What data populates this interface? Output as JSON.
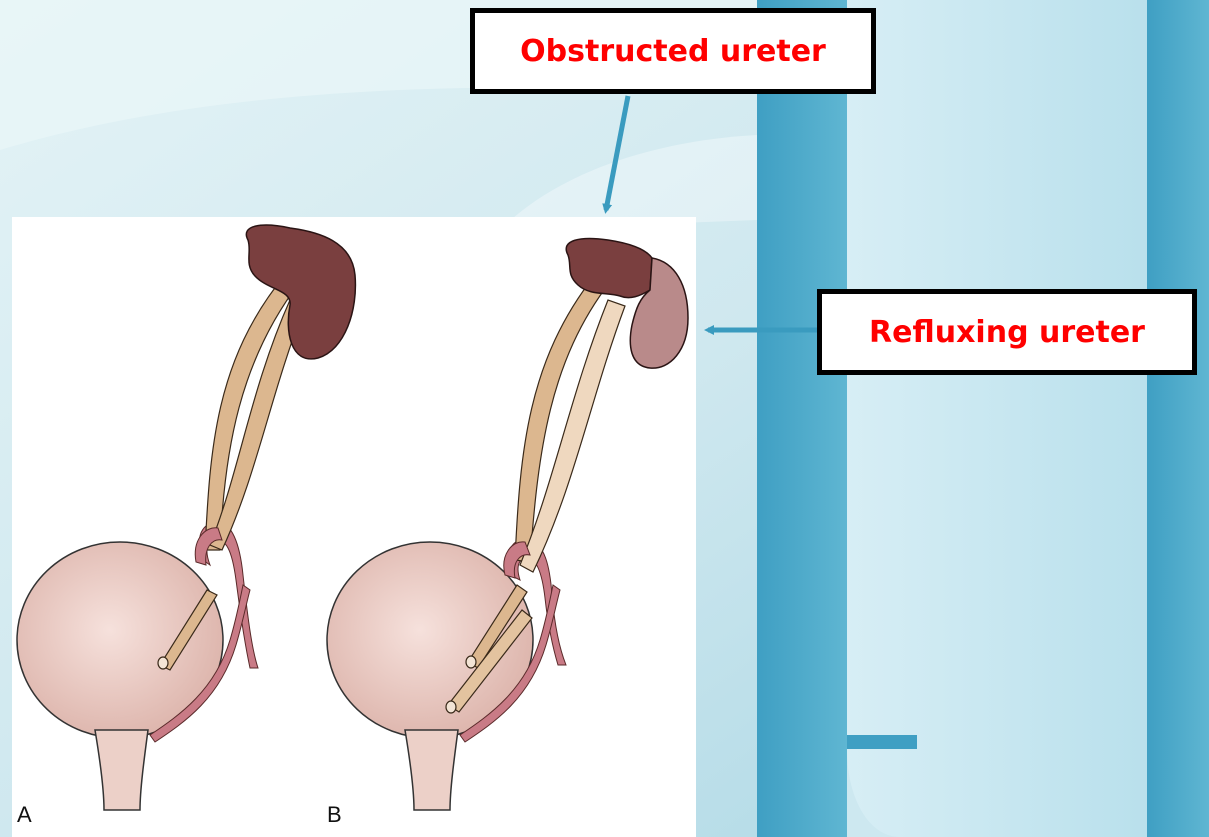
{
  "callouts": {
    "obstructed": "Obstructed ureter",
    "refluxing": "Refluxing ureter"
  },
  "panels": {
    "a": "A",
    "b": "B"
  },
  "colors": {
    "callout_text": "#ff0000",
    "arrow": "#3a9bbf",
    "kidney": "#7a3f3f",
    "kidney_dilated": "#b98a8a",
    "ureter": "#dcb78f",
    "bladder": "#ecd0c8",
    "vessel": "#c97b86"
  }
}
